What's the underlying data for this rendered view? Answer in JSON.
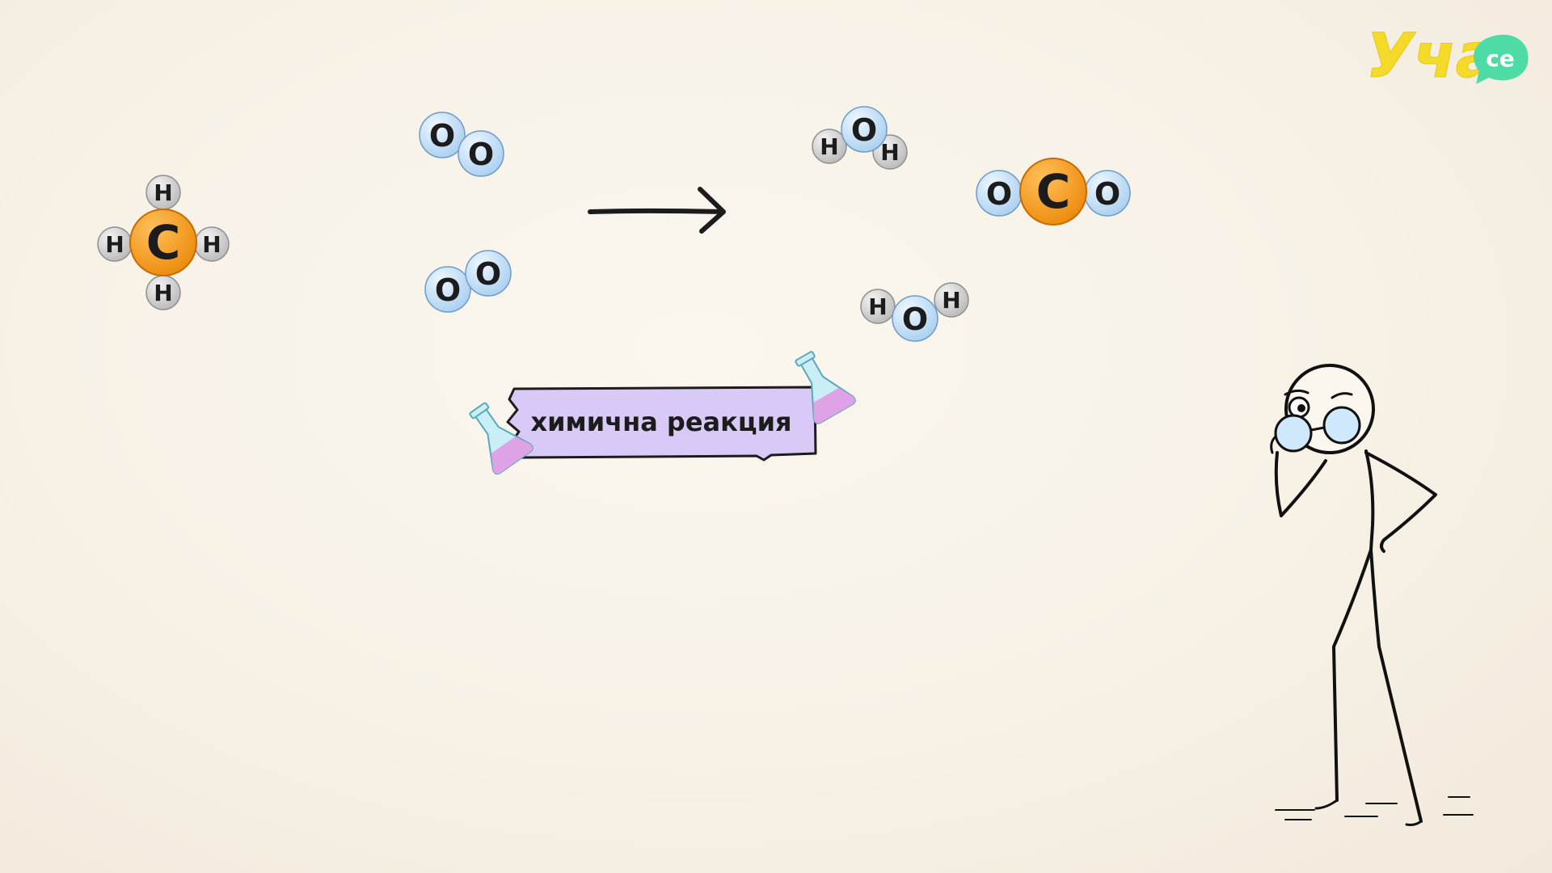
{
  "colors": {
    "background": "#f8f3ea",
    "hydrogen": "#c9c9c9",
    "oxygen": "#bfdcf6",
    "carbon": "#f29518",
    "outline": "#1c1c1c",
    "banner": "#d9c9f7",
    "flask_liquid": "#dfa2e6",
    "flask_glass": "#c9eef6",
    "logo_yellow": "#f5da2a",
    "logo_green": "#4fdba5",
    "glasses": "#cfe8fb"
  },
  "logo": {
    "text": "Уча",
    "suffix": "се"
  },
  "reactants": {
    "methane": {
      "center": "C",
      "h1": "H",
      "h2": "H",
      "h3": "H",
      "h4": "H"
    },
    "oxygen_1": {
      "a": "O",
      "b": "O"
    },
    "oxygen_2": {
      "a": "O",
      "b": "O"
    }
  },
  "products": {
    "water_1": {
      "h1": "H",
      "o": "O",
      "h2": "H"
    },
    "carbon_dioxide": {
      "o1": "O",
      "c": "C",
      "o2": "O"
    },
    "water_2": {
      "h1": "H",
      "o": "O",
      "h2": "H"
    }
  },
  "banner": {
    "label": "химична реакция"
  },
  "icons": [
    "reaction-arrow-icon",
    "flask-icon",
    "scientist-character"
  ]
}
